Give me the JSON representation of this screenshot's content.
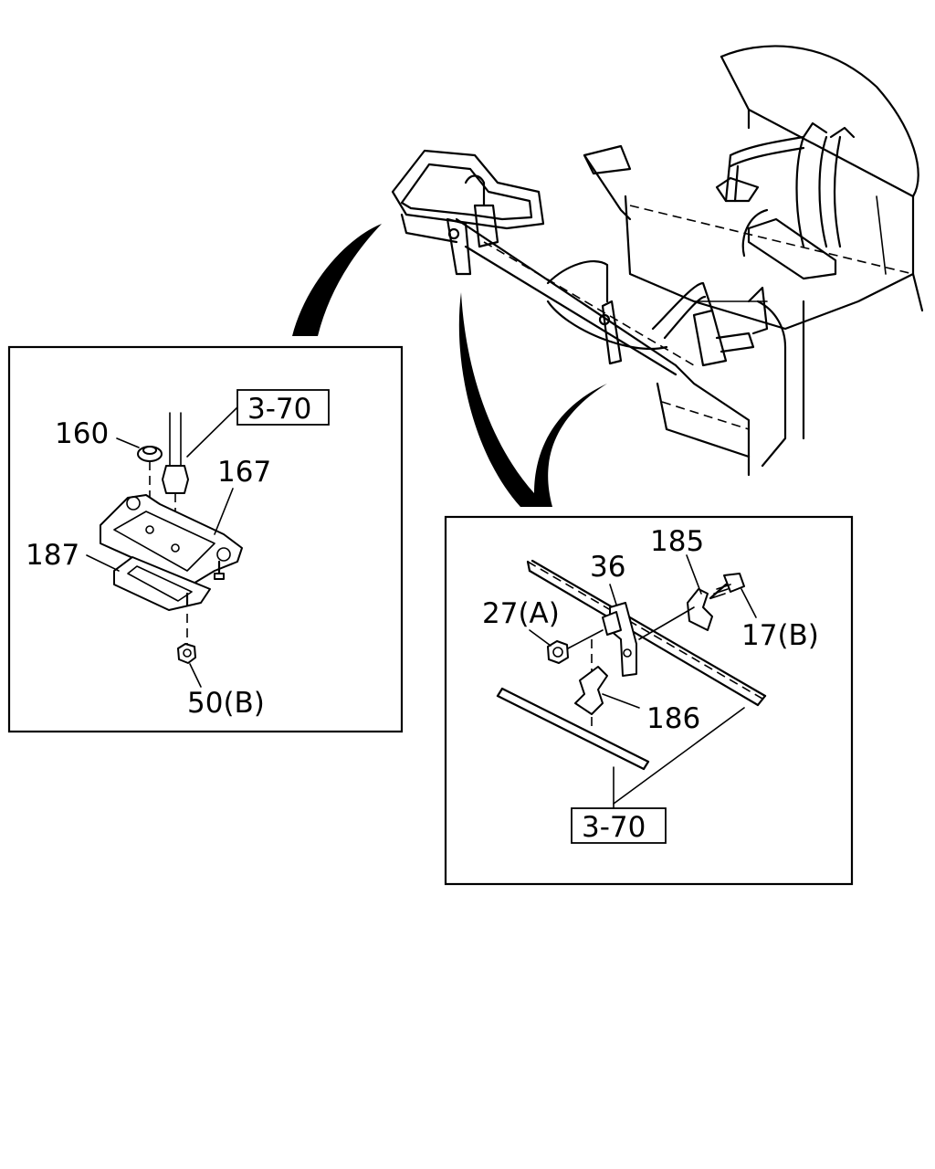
{
  "left_detail": {
    "ref_box": "3-70",
    "part_160": "160",
    "part_167": "167",
    "part_187": "187",
    "part_50b": "50(B)"
  },
  "right_detail": {
    "part_185": "185",
    "part_36": "36",
    "part_27a": "27(A)",
    "part_17b": "17(B)",
    "part_186": "186",
    "ref_box": "3-70"
  }
}
